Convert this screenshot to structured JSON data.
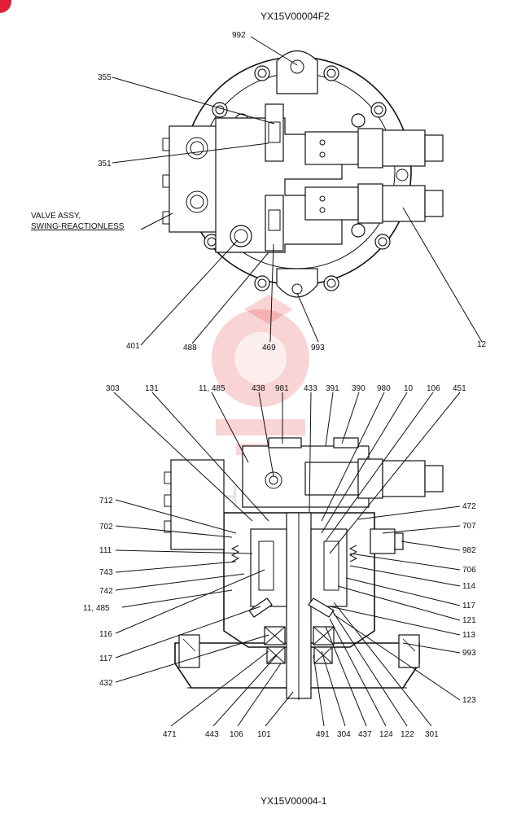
{
  "top_drawing_code": "YX15V00004F2",
  "bottom_drawing_code": "YX15V00004-1",
  "corner_badge": "",
  "watermark_text": "ИНН",
  "colors": {
    "watermark": "#e23a3a",
    "badge": "#e0203a",
    "ink": "#111111"
  },
  "valve_assy": {
    "line1": "VALVE ASSY,",
    "line2": "SWING-REACTIONLESS"
  },
  "top_labels": {
    "l992": "992",
    "l355": "355",
    "l351": "351",
    "l401": "401",
    "l488": "488",
    "l469": "469",
    "l993": "993",
    "l12": "12"
  },
  "bottom_top_labels": {
    "l303": "303",
    "l131": "131",
    "l11_485": "11, 485",
    "l438": "438",
    "l981": "981",
    "l433": "433",
    "l391": "391",
    "l390": "390",
    "l980": "980",
    "l10": "10",
    "l106": "106",
    "l451": "451"
  },
  "bottom_left_labels": {
    "l712": "712",
    "l702": "702",
    "l111": "111",
    "l743": "743",
    "l742": "742",
    "l11_485b": "11, 485",
    "l116": "116",
    "l117": "117",
    "l432": "432"
  },
  "bottom_right_labels": {
    "l472": "472",
    "l707": "707",
    "l982": "982",
    "l706": "706",
    "l114": "114",
    "l117b": "117",
    "l121": "121",
    "l113": "113",
    "l993b": "993",
    "l123": "123"
  },
  "bottom_row_labels": {
    "l471": "471",
    "l443": "443",
    "l106b": "106",
    "l101": "101",
    "l491": "491",
    "l304": "304",
    "l437": "437",
    "l124": "124",
    "l122": "122",
    "l301": "301"
  }
}
